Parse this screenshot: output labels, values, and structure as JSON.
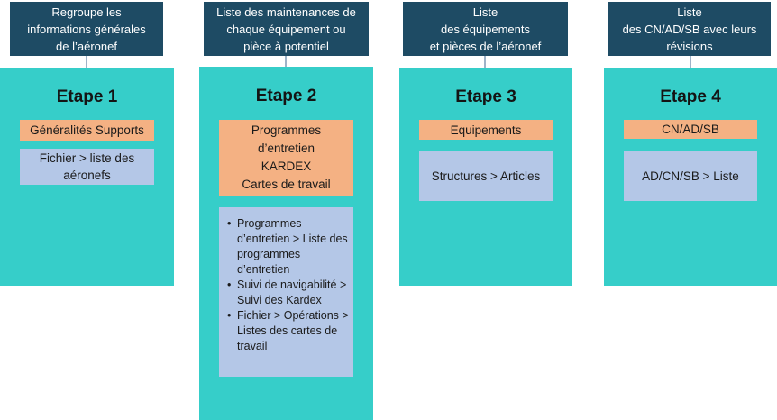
{
  "colors": {
    "description_box_bg": "#1e4b64",
    "description_box_text": "#ffffff",
    "panel_bg": "#36cec9",
    "module_box_bg": "#f4b183",
    "menu_path_box_bg": "#b4c7e7",
    "connector_line": "#9fb3c8",
    "body_text": "#1a1a1a"
  },
  "columns": [
    {
      "id": "etape-1",
      "description": "Regroupe les\ninformations générales\nde l’aéronef",
      "step_label": "Etape 1",
      "module_label": "Généralités Supports",
      "menu_path": "Fichier > liste des\naéronefs"
    },
    {
      "id": "etape-2",
      "description": "Liste des maintenances de\nchaque équipement ou\npièce à potentiel",
      "step_label": "Etape 2",
      "module_label": "Programmes\nd’entretien\nKARDEX\nCartes de travail",
      "menu_paths": [
        "Programmes d’entretien > Liste des programmes d’entretien",
        "Suivi de navigabilité > Suivi des Kardex",
        "Fichier > Opérations > Listes des cartes de travail"
      ]
    },
    {
      "id": "etape-3",
      "description": "Liste\ndes équipements\net pièces de l’aéronef",
      "step_label": "Etape 3",
      "module_label": "Equipements",
      "menu_path": "Structures > Articles"
    },
    {
      "id": "etape-4",
      "description": "Liste\ndes CN/AD/SB avec leurs\nrévisions",
      "step_label": "Etape 4",
      "module_label": "CN/AD/SB",
      "menu_path": "AD/CN/SB > Liste"
    }
  ]
}
